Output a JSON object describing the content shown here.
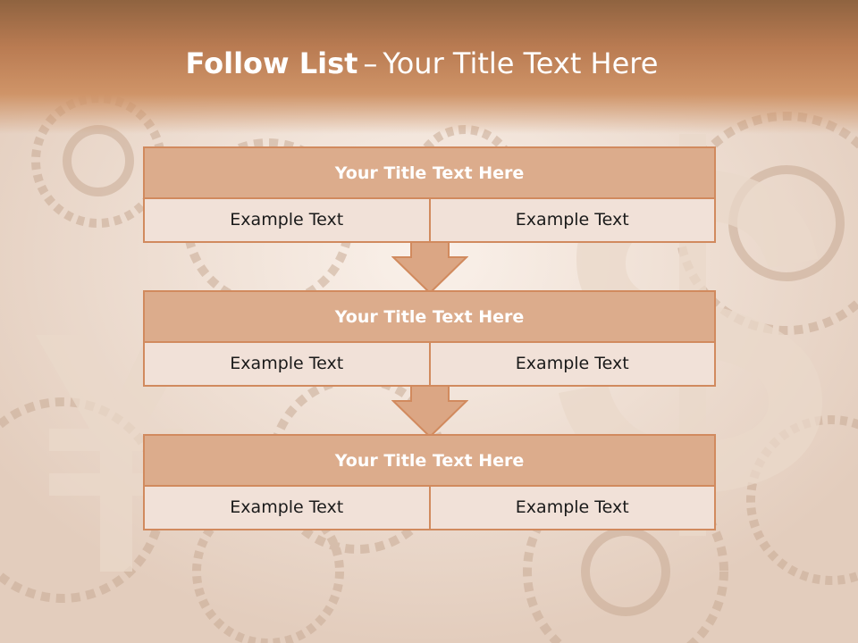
{
  "title": {
    "bold": "Follow List",
    "separator": "–",
    "normal": "Your Title Text Here"
  },
  "boxes": [
    {
      "heading": "Your Title Text Here",
      "left_text": "Example Text",
      "right_text": "Example Text"
    },
    {
      "heading": "Your Title Text Here",
      "left_text": "Example Text",
      "right_text": "Example Text"
    },
    {
      "heading": "Your Title Text Here",
      "left_text": "Example Text",
      "right_text": "Example Text"
    }
  ],
  "colors": {
    "header_band": "#b97b52",
    "box_border": "#d18a5e",
    "box_heading_fill": "#dcac8c",
    "box_cell_fill": "#f1e1d8",
    "arrow_fill": "#dba684"
  }
}
